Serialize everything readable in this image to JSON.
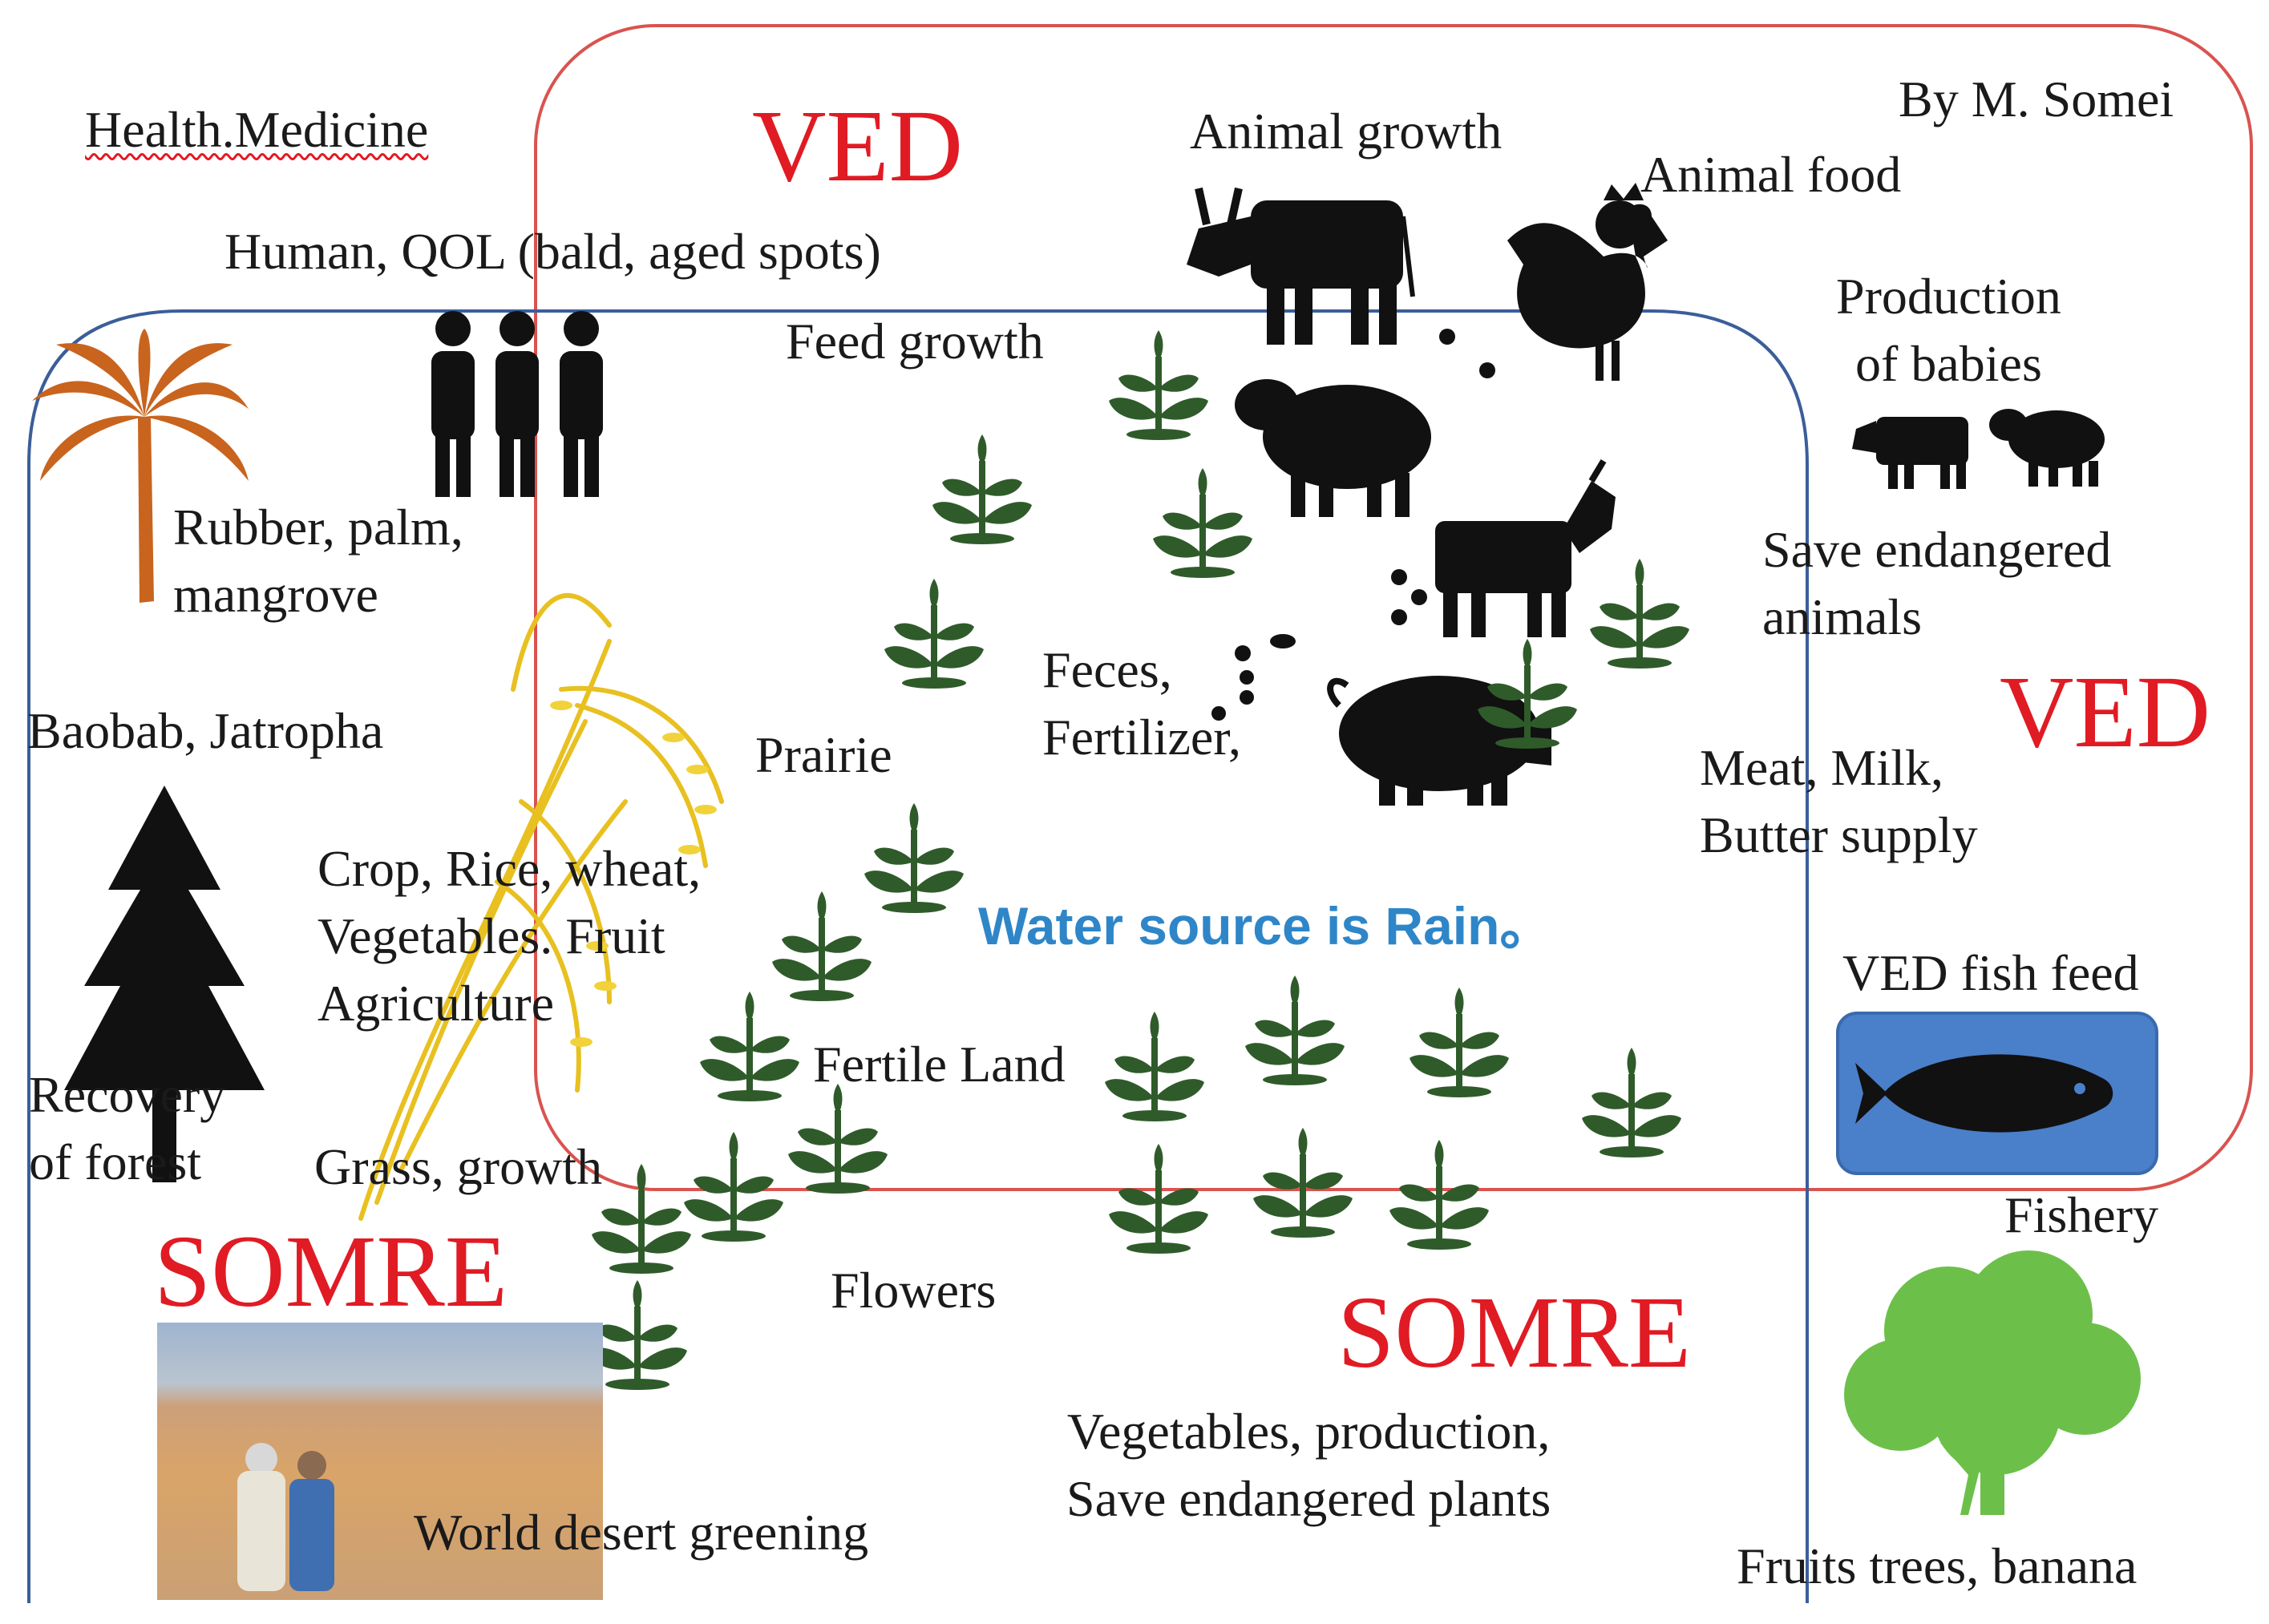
{
  "credit": "By M. Somei",
  "big_labels": {
    "ved_top": "VED",
    "ved_right": "VED",
    "somre_left": "SOMRE",
    "somre_bottom": "SOMRE"
  },
  "labels": {
    "health_medicine": "Health.Medicine",
    "human_qol": "Human, QOL (bald, aged spots)",
    "animal_growth": "Animal growth",
    "animal_food": "Animal food",
    "production_of_babies": "Production\nof babies",
    "feed_growth": "Feed growth",
    "rubber_palm": "Rubber, palm,\nmangrove",
    "save_endangered_animals": "Save endangered\nanimals",
    "feces_fertilizer": "Feces,\nFertilizer,",
    "baobab": "Baobab, Jatropha",
    "prairie": "Prairie",
    "meat_milk": "Meat, Milk,\nButter supply",
    "crop_rice": "Crop, Rice, wheat,\nVegetables. Fruit\nAgriculture",
    "water_source": "Water source is Rain。",
    "ved_fish_feed": "VED fish feed",
    "fertile_land": "Fertile Land",
    "recovery_of_forest": "Recovery\nof forest",
    "grass_growth": "Grass, growth",
    "fishery": "Fishery",
    "flowers": "Flowers",
    "vegetables_production": "Vegetables, production,\nSave endangered plants",
    "world_desert_greening": "World desert greening",
    "fruits_trees": "Fruits trees, banana"
  },
  "colors": {
    "ved_border": "#d9534f",
    "somre_border": "#3b5e9a",
    "ved_text": "#e01b24",
    "plant": "#2f5b2a",
    "palm": "#c8641e",
    "rice": "#e8c020",
    "fruit_tree": "#6cc04a",
    "fish_box": "#4a7fc9",
    "rain_text": "#2e86c8"
  },
  "icons": [
    "palm-tree-icon",
    "people-icon",
    "cow-icon",
    "rooster-icon",
    "sheep-icon",
    "goat-icon",
    "pig-icon",
    "calf-icon",
    "lamb-icon",
    "fir-tree-icon",
    "rice-plant-icon",
    "fish-icon",
    "fruit-tree-icon",
    "seedling-icon"
  ]
}
